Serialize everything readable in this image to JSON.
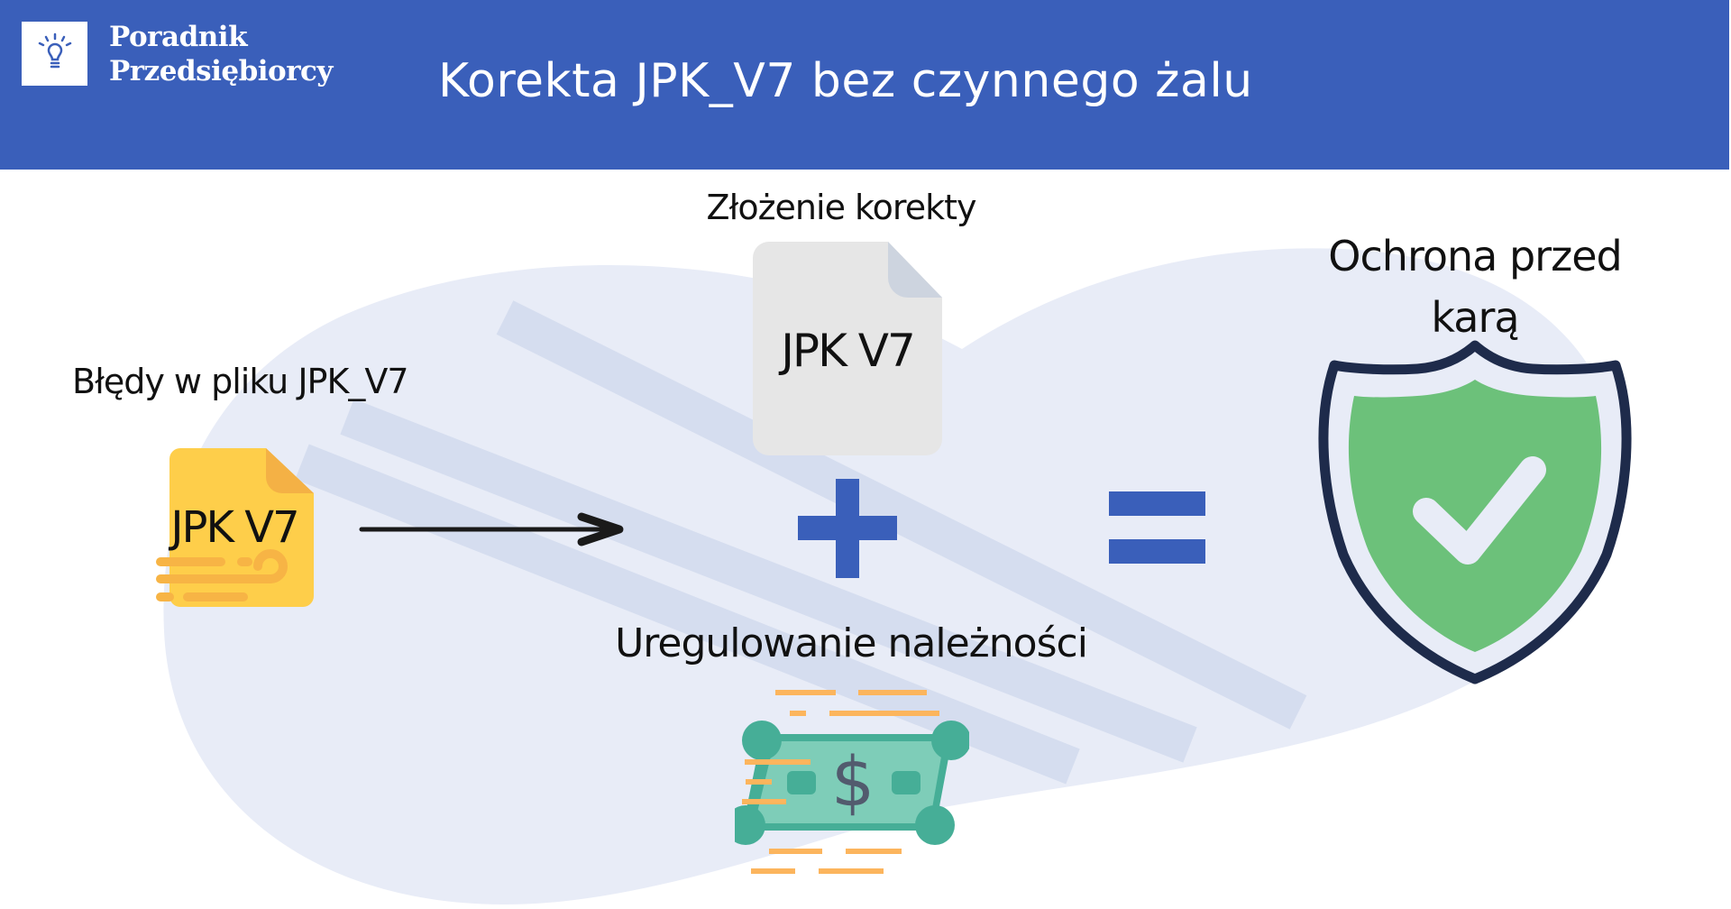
{
  "header": {
    "brand_line1": "Poradnik",
    "brand_line2": "Przedsiębiorcy",
    "logo_icon": "lightbulb-icon",
    "title": "Korekta JPK_V7 bez czynnego żalu"
  },
  "diagram": {
    "step1": {
      "label": "Błędy w pliku JPK_V7",
      "file_text": "JPK V7",
      "icon": "yellow-file-icon"
    },
    "arrow_icon": "arrow-right-icon",
    "step2": {
      "label": "Złożenie korekty",
      "file_text": "JPK V7",
      "icon": "gray-file-icon"
    },
    "plus_icon": "plus-icon",
    "step3": {
      "label": "Uregulowanie należności",
      "icon": "dollar-bill-icon",
      "symbol": "$"
    },
    "equals_icon": "equals-icon",
    "result": {
      "label_line1": "Ochrona przed",
      "label_line2": "karą",
      "icon": "shield-check-icon"
    }
  },
  "colors": {
    "header_blue": "#3A5FBA",
    "blob": "#E8ECF7",
    "stripe": "#D5DDEF",
    "yellow_file": "#FECE4A",
    "gray_file": "#E6E6E6",
    "shield_green": "#6CC17A",
    "shield_outline": "#1E2B4B",
    "bill_green": "#7ECDB8",
    "orange_lines": "#FCB55D"
  }
}
